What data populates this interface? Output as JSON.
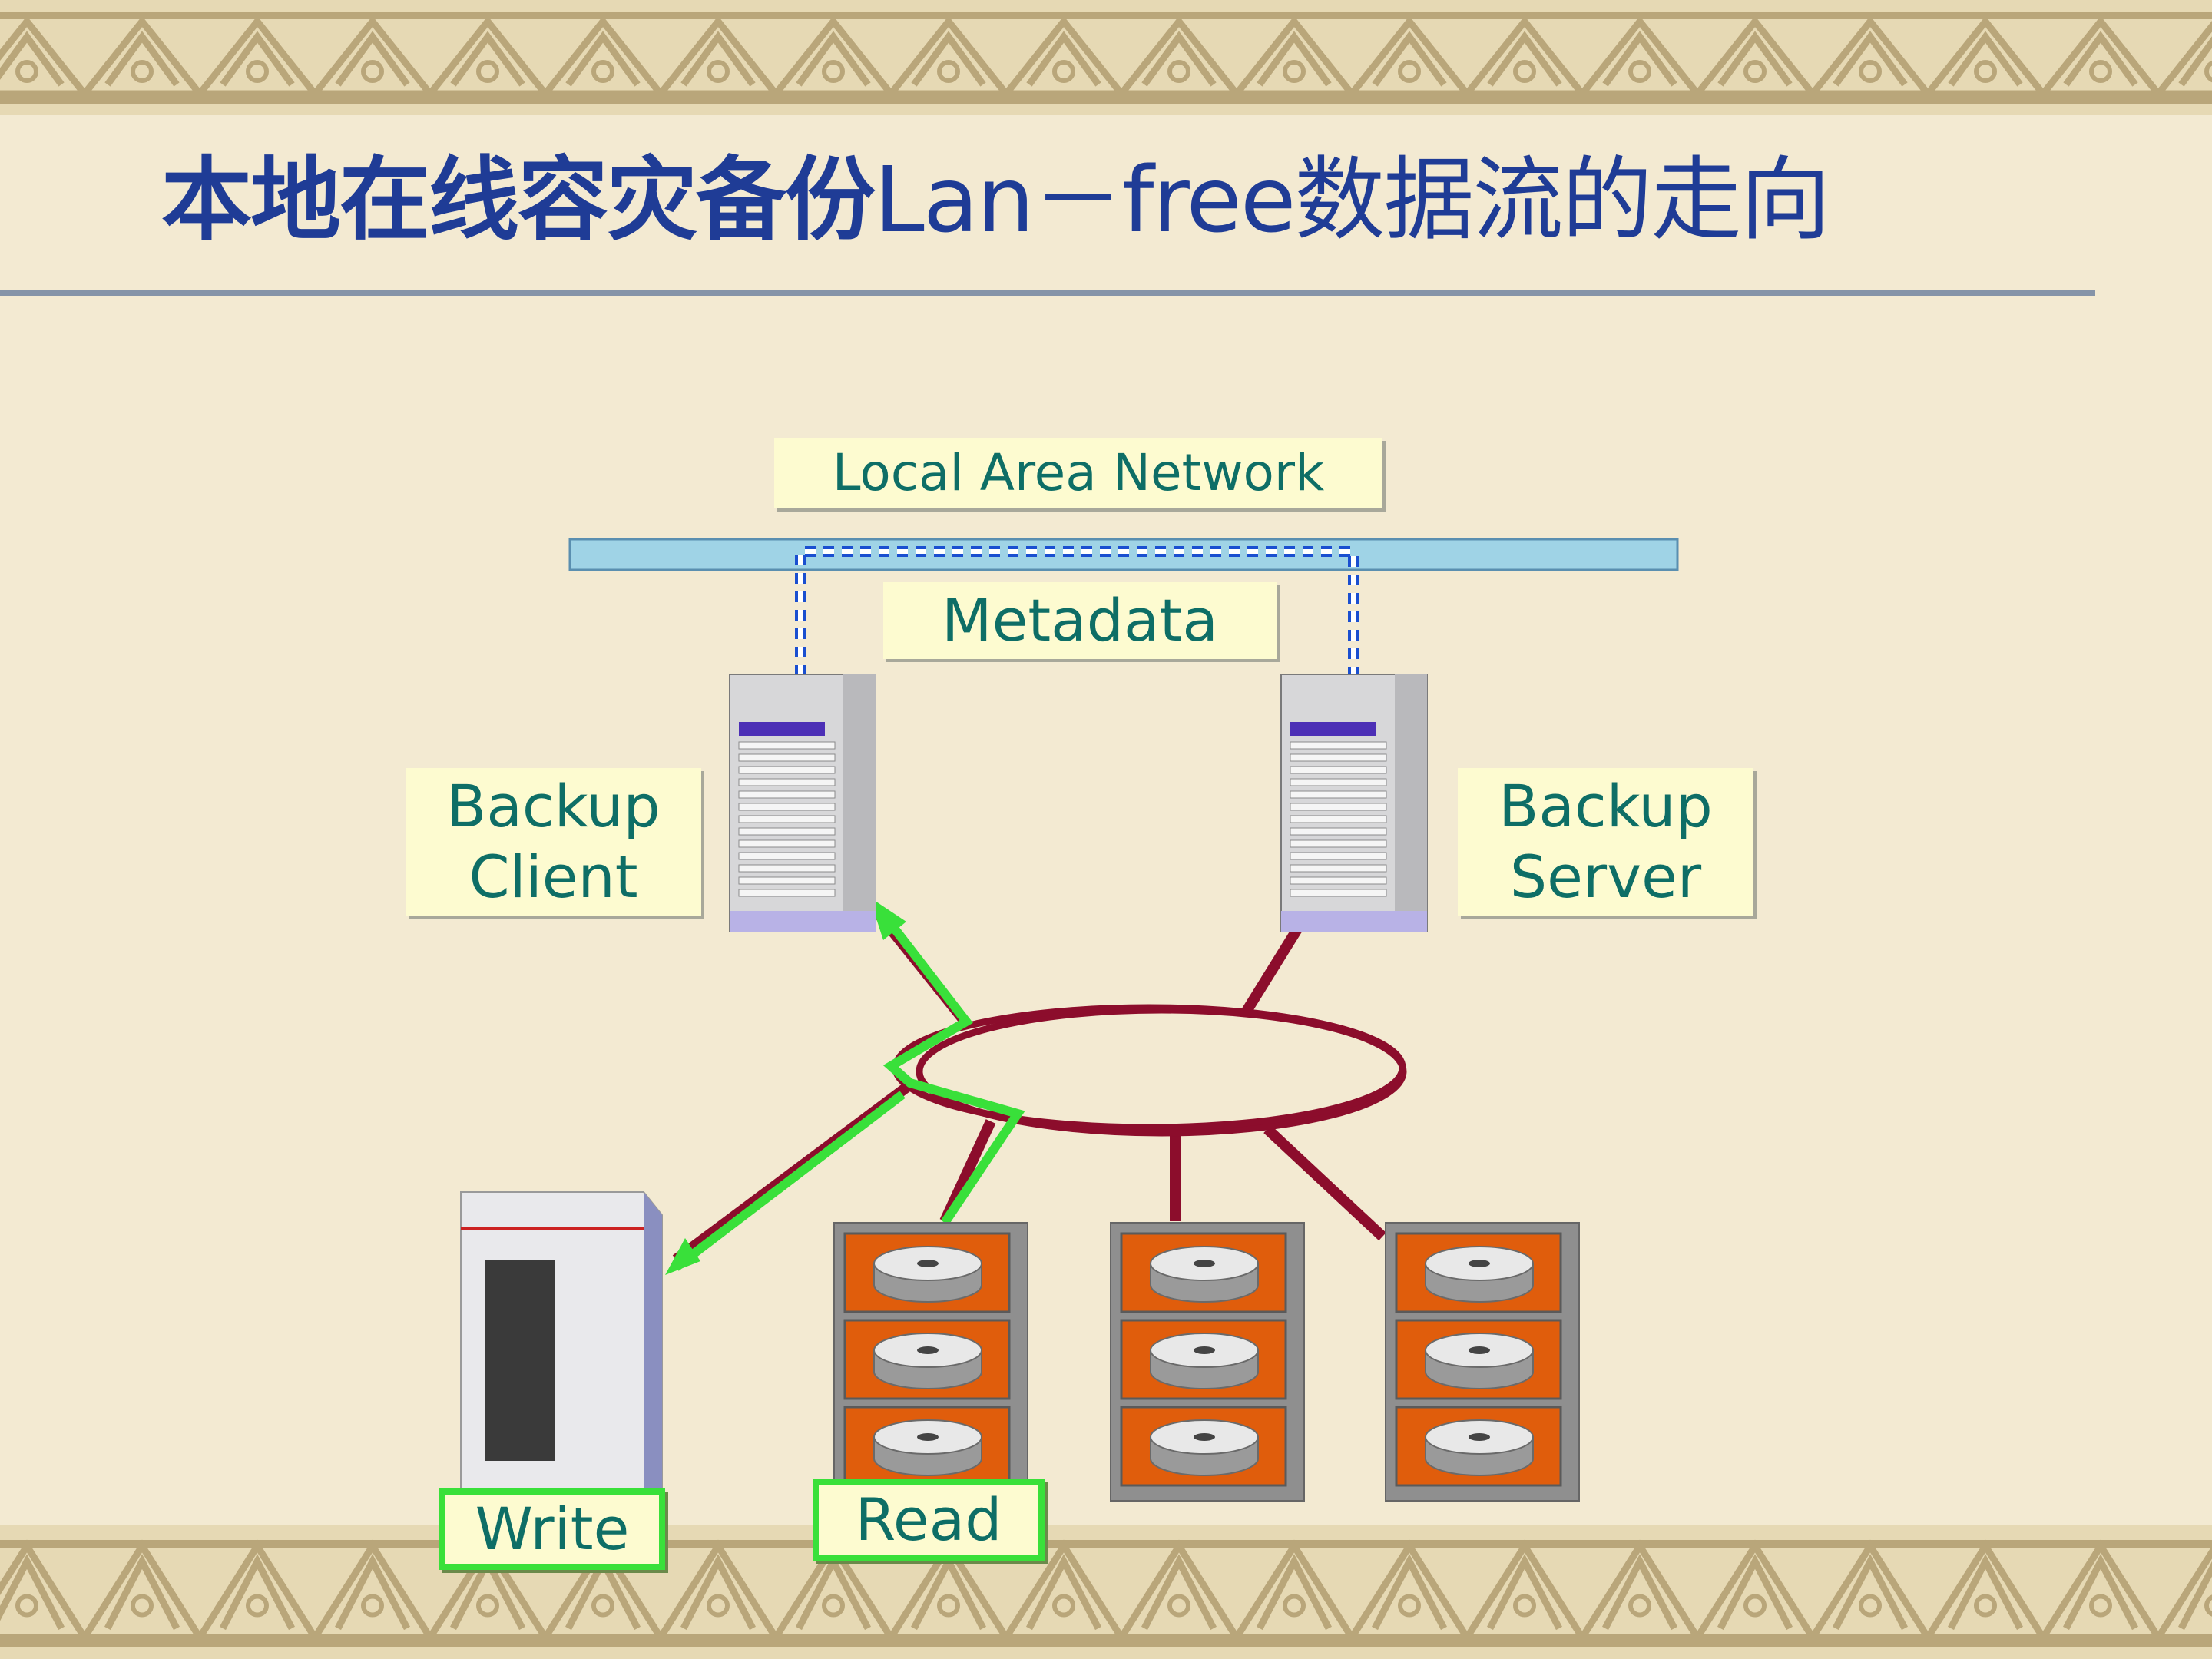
{
  "title": {
    "cn_part1": "本地在线容灾备份",
    "latin": "Lan－free",
    "cn_part2": "数据流的走向"
  },
  "labels": {
    "lan": "Local Area Network",
    "metadata": "Metadata",
    "backup_client_line1": "Backup",
    "backup_client_line2": "Client",
    "backup_server_line1": "Backup",
    "backup_server_line2": "Server",
    "write": "Write",
    "read": "Read"
  },
  "colors": {
    "title": "#1f3c96",
    "label_text": "#0e6e66",
    "label_bg": "#fdfbd0",
    "san_link": "#8c0d2c",
    "data_flow": "#39e03a",
    "lan_bar": "#9fd3e6",
    "metadata_path": "#1a4fd0",
    "disk_frame": "#e05d0c",
    "background": "#f3ead2"
  },
  "icons": {
    "backup_client": "tower-server-icon",
    "backup_server": "tower-server-icon",
    "tape_library": "tape-library-icon",
    "disk_arrays": "disk-array-icon"
  }
}
